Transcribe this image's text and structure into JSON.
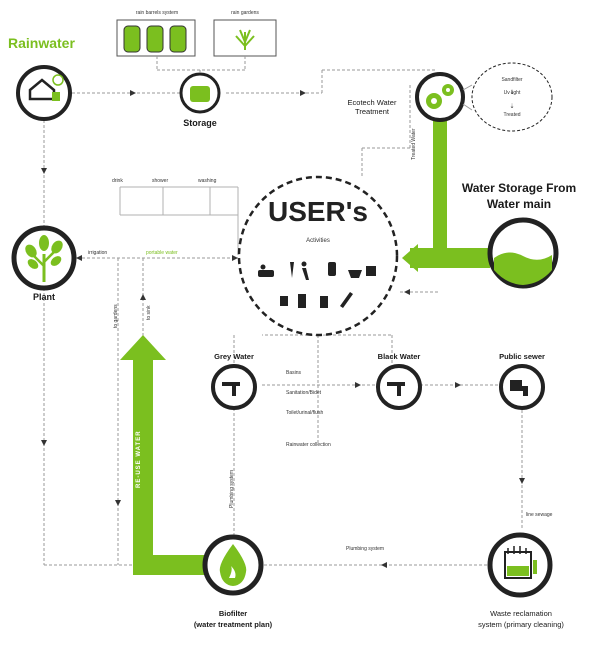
{
  "title": "Rainwater",
  "top_boxes": {
    "rain_barrels": "rain barrels system",
    "rain_gardens": "rain gardens"
  },
  "nodes": {
    "storage": "Storage",
    "ecotech": "Ecotech Water\nTreatment",
    "water_storage": "Water Storage From\nWater main",
    "plant": "Plant",
    "users_title": "USER's",
    "users_subtitle": "Activities",
    "grey_water": "Grey Water",
    "black_water": "Black Water",
    "public_sewer": "Public sewer",
    "biofilter": "Biofilter\n(water treatment plan)",
    "waste_reclamation": "Waste reclamation\nsystem (primary cleaning)"
  },
  "treatment_steps": [
    "Sandfilter",
    "Uv light",
    "Treated"
  ],
  "branch_labels": [
    "drink",
    "shower",
    "washing"
  ],
  "flow_labels": {
    "treated_water": "Treated Water",
    "irrigation": "irrigation",
    "portable_water": "portable water",
    "to_gardens": "to gardens",
    "to_sink": "to sink",
    "re_use_water": "RE-USE WATER",
    "plumbing_system_v": "Plumbing system",
    "plumbing_system_h": "Plumbing system",
    "line_sewage": "line sewage"
  },
  "users_outputs": [
    "Basins",
    "Sanitation/Bidet",
    "Toilet/urinal/flush",
    "Rainwater collection"
  ],
  "colors": {
    "accent": "#7bbf1f",
    "ring": "#222222",
    "line": "#9a9a9a"
  }
}
